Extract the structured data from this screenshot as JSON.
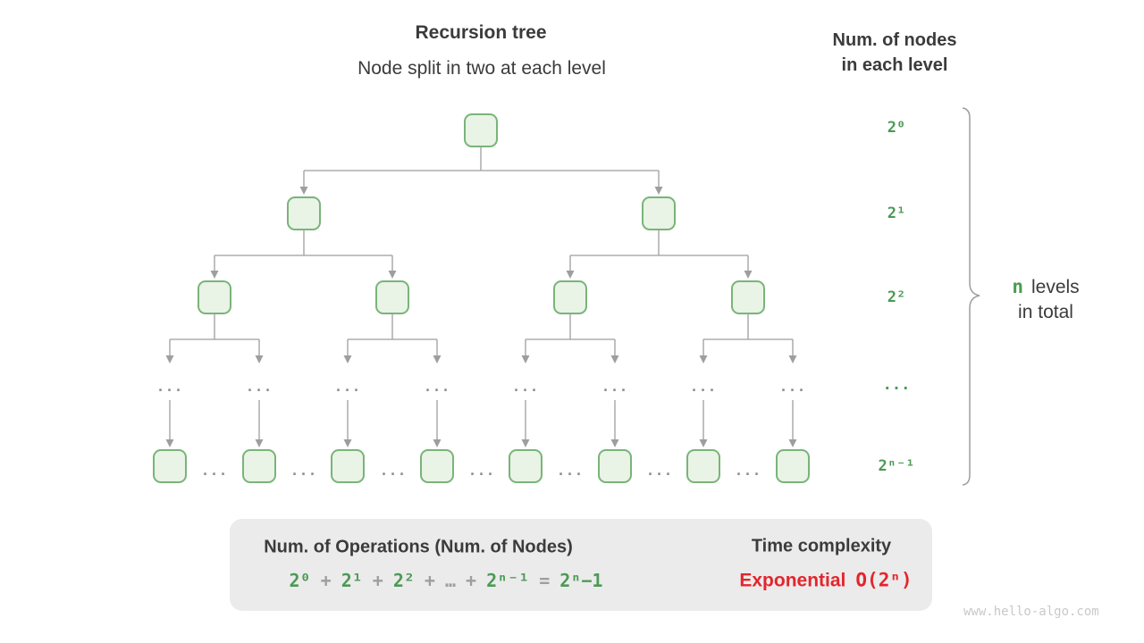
{
  "page": {
    "title": "Recursion tree",
    "subtitle": "Node split in two at each level",
    "right_header_line1": "Num. of nodes",
    "right_header_line2": "in each level",
    "brace_n": "n",
    "brace_levels": "levels",
    "brace_line2": "in total",
    "watermark": "www.hello-algo.com"
  },
  "levels": [
    "2⁰",
    "2¹",
    "2²",
    "...",
    "2ⁿ⁻¹"
  ],
  "tree": {
    "ellipsis": "...",
    "branching_factor": 2,
    "num_drawn_node_levels": 3,
    "num_bottom_nodes": 8
  },
  "summary": {
    "operations_title": "Num. of Operations (Num. of Nodes)",
    "formula_tokens": [
      {
        "text": "2⁰",
        "color": "green"
      },
      {
        "text": "+",
        "color": "gray"
      },
      {
        "text": "2¹",
        "color": "green"
      },
      {
        "text": "+",
        "color": "gray"
      },
      {
        "text": "2²",
        "color": "green"
      },
      {
        "text": "+",
        "color": "gray"
      },
      {
        "text": "…",
        "color": "gray"
      },
      {
        "text": "+",
        "color": "gray"
      },
      {
        "text": "2ⁿ⁻¹",
        "color": "green"
      },
      {
        "text": "=",
        "color": "gray"
      },
      {
        "text": "2ⁿ−1",
        "color": "green"
      }
    ],
    "time_title": "Time complexity",
    "complexity_label": "Exponential",
    "complexity_notation": "O(2ⁿ)"
  },
  "colors": {
    "accent_green": "#4c9a55",
    "node_fill": "#e9f3e6",
    "node_border": "#79b479",
    "connector_gray": "#9e9e9e",
    "summary_box_bg": "#ebebeb",
    "complexity_red": "#e4252c",
    "text_dark": "#3b3b3b"
  }
}
